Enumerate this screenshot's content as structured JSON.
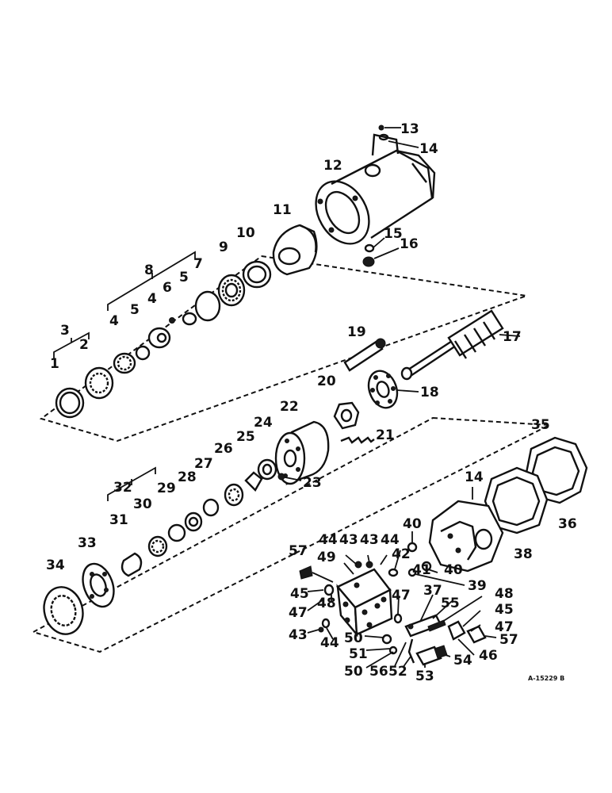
{
  "labels": {
    "l1": "1",
    "l2": "2",
    "l3": "3",
    "l4a": "4",
    "l4b": "4",
    "l5a": "5",
    "l5b": "5",
    "l6": "6",
    "l7": "7",
    "l8": "8",
    "l9": "9",
    "l10": "10",
    "l11": "11",
    "l12": "12",
    "l13": "13",
    "l14a": "14",
    "l14b": "14",
    "l15": "15",
    "l16": "16",
    "l17": "17",
    "l18": "18",
    "l19": "19",
    "l20": "20",
    "l21": "21",
    "l22": "22",
    "l23": "23",
    "l24": "24",
    "l25": "25",
    "l26": "26",
    "l27": "27",
    "l28": "28",
    "l29": "29",
    "l30": "30",
    "l31": "31",
    "l32": "32",
    "l33": "33",
    "l34": "34",
    "l35": "35",
    "l36": "36",
    "l37": "37",
    "l38": "38",
    "l39": "39",
    "l40a": "40",
    "l40b": "40",
    "l41": "41",
    "l42": "42",
    "l43a": "43",
    "l43b": "43",
    "l43c": "43",
    "l44a": "44",
    "l44b": "44",
    "l44c": "44",
    "l45a": "45",
    "l45b": "45",
    "l46": "46",
    "l47a": "47",
    "l47b": "47",
    "l47c": "47",
    "l48a": "48",
    "l48b": "48",
    "l49": "49",
    "l50a": "50",
    "l50b": "50",
    "l51": "51",
    "l52": "52",
    "l53": "53",
    "l54": "54",
    "l55": "55",
    "l56": "56",
    "l57a": "57",
    "l57b": "57"
  },
  "drawing_code": "A-15229 B"
}
